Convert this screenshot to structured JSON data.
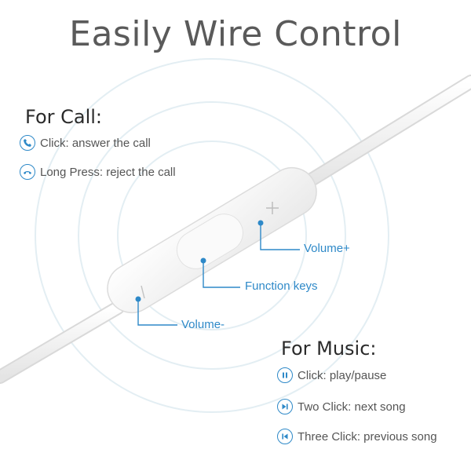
{
  "title": "Easily Wire Control",
  "call": {
    "heading": "For Call:",
    "items": [
      {
        "icon": "phone-answer-icon",
        "label": "Click: answer the call"
      },
      {
        "icon": "phone-reject-icon",
        "label": "Long Press: reject the call"
      }
    ]
  },
  "remote": {
    "volume_plus": "Volume+",
    "function_keys": "Function keys",
    "volume_minus": "Volume-"
  },
  "music": {
    "heading": "For Music:",
    "items": [
      {
        "icon": "play-pause-icon",
        "label": "Click: play/pause"
      },
      {
        "icon": "next-track-icon",
        "label": "Two Click: next song"
      },
      {
        "icon": "previous-track-icon",
        "label": "Three Click: previous song"
      }
    ]
  },
  "colors": {
    "accent": "#2e89c8",
    "text": "#555555",
    "title": "#5a5a5a"
  }
}
